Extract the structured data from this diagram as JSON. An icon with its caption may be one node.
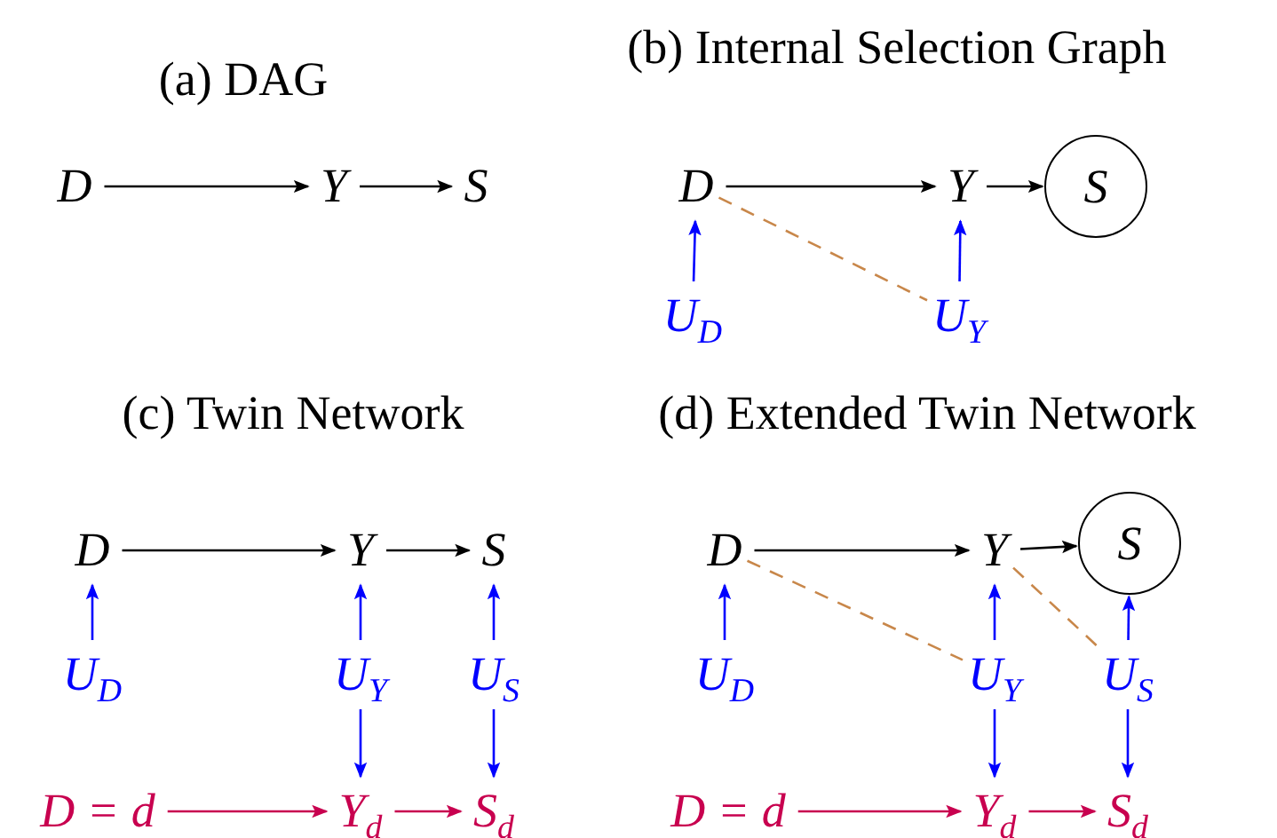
{
  "diagram": {
    "nodes": [
      {
        "text": [
          "D"
        ]
      },
      {
        "text": [
          "Y"
        ]
      },
      {
        "text": [
          "S"
        ]
      },
      {
        "text": [
          "D"
        ]
      },
      {
        "text": [
          "Y"
        ]
      },
      {
        "text": [
          "S"
        ]
      },
      {
        "text": [
          "U$_{D}$"
        ]
      },
      {
        "text": [
          "U$_{Y}$"
        ]
      },
      {
        "text": [
          "D"
        ]
      },
      {
        "text": [
          "Y"
        ]
      },
      {
        "text": [
          "S"
        ]
      },
      {
        "text": [
          "U$_{D}$"
        ]
      },
      {
        "text": [
          "U$_{Y}$"
        ]
      },
      {
        "text": [
          "U$_{S}$"
        ]
      },
      {
        "text": [
          "D = d"
        ]
      },
      {
        "text": [
          "Y$_{d}$"
        ]
      },
      {
        "text": [
          "S$_{d}$"
        ]
      },
      {
        "text": [
          "D"
        ]
      },
      {
        "text": [
          "Y"
        ]
      },
      {
        "text": [
          "S"
        ]
      },
      {
        "text": [
          "U$_{D}$"
        ]
      },
      {
        "text": [
          "U$_{Y}$"
        ]
      },
      {
        "text": [
          "U$_{S}$"
        ]
      },
      {
        "text": [
          "D = d"
        ]
      },
      {
        "text": [
          "Y$_{d}$"
        ]
      },
      {
        "text": [
          "S$_{d}$"
        ]
      }
    ],
    "edges": [
      {
        "from": 0,
        "to": 1,
        "arrow": "to",
        "color": "#000000"
      },
      {
        "from": 1,
        "to": 2,
        "arrow": "to",
        "color": "#000000"
      },
      {
        "from": 3,
        "to": 4,
        "arrow": "to",
        "color": "#000000"
      },
      {
        "from": 4,
        "to": 5,
        "arrow": "to",
        "color": "#000000"
      },
      {
        "from": 6,
        "to": 3,
        "arrow": "to",
        "color": "#0000ff"
      },
      {
        "from": 7,
        "to": 4,
        "arrow": "to",
        "color": "#0000ff"
      },
      {
        "from": 3,
        "to": 7,
        "arrow": "none",
        "style": "dashed",
        "color": "#c8874a"
      },
      {
        "from": 8,
        "to": 9,
        "arrow": "to",
        "color": "#000000"
      },
      {
        "from": 9,
        "to": 10,
        "arrow": "to",
        "color": "#000000"
      },
      {
        "from": 11,
        "to": 8,
        "arrow": "to",
        "color": "#0000ff"
      },
      {
        "from": 12,
        "to": 9,
        "arrow": "to",
        "color": "#0000ff"
      },
      {
        "from": 13,
        "to": 10,
        "arrow": "to",
        "color": "#0000ff"
      },
      {
        "from": 12,
        "to": 15,
        "arrow": "to",
        "color": "#0000ff"
      },
      {
        "from": 13,
        "to": 16,
        "arrow": "to",
        "color": "#0000ff"
      },
      {
        "from": 14,
        "to": 15,
        "arrow": "to",
        "color": "#c8004f"
      },
      {
        "from": 15,
        "to": 16,
        "arrow": "to",
        "color": "#c8004f"
      },
      {
        "from": 17,
        "to": 18,
        "arrow": "to",
        "color": "#000000"
      },
      {
        "from": 18,
        "to": 19,
        "arrow": "to",
        "color": "#000000"
      },
      {
        "from": 20,
        "to": 17,
        "arrow": "to",
        "color": "#0000ff"
      },
      {
        "from": 21,
        "to": 18,
        "arrow": "to",
        "color": "#0000ff"
      },
      {
        "from": 22,
        "to": 19,
        "arrow": "to",
        "color": "#0000ff"
      },
      {
        "from": 21,
        "to": 24,
        "arrow": "to",
        "color": "#0000ff"
      },
      {
        "from": 22,
        "to": 25,
        "arrow": "to",
        "color": "#0000ff"
      },
      {
        "from": 23,
        "to": 24,
        "arrow": "to",
        "color": "#c8004f"
      },
      {
        "from": 24,
        "to": 25,
        "arrow": "to",
        "color": "#c8004f"
      },
      {
        "from": 17,
        "to": 21,
        "arrow": "none",
        "style": "dashed",
        "color": "#c8874a"
      },
      {
        "from": 18,
        "to": 22,
        "arrow": "none",
        "style": "dashed",
        "color": "#c8874a"
      }
    ],
    "labels": [
      "(a) DAG",
      "(b) Internal Selection Graph",
      "(c) Twin Network",
      "(d) Extended Twin Network"
    ]
  }
}
